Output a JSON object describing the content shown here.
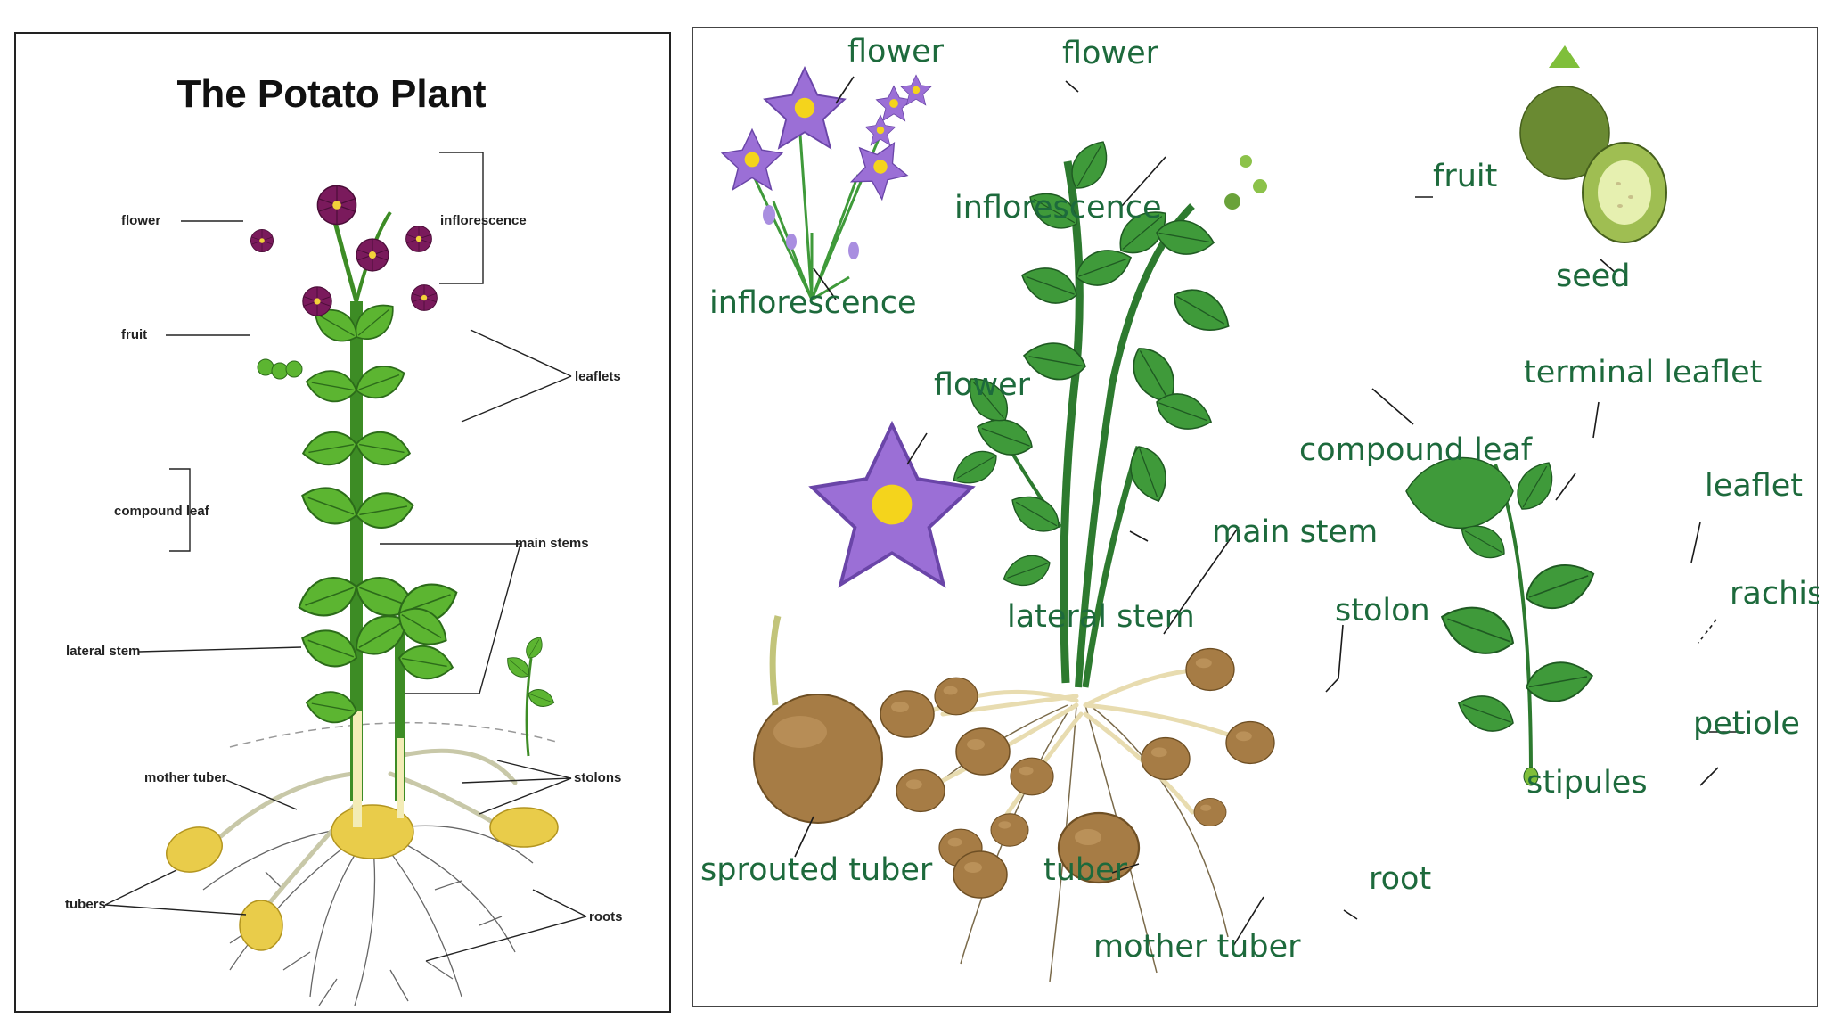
{
  "left_diagram": {
    "title": "The Potato Plant",
    "labels": {
      "flower": "flower",
      "inflorescence": "inflorescence",
      "fruit": "fruit",
      "leaflets": "leaflets",
      "compound_leaf": "compound leaf",
      "main_stems": "main stems",
      "lateral_stem": "lateral stem",
      "mother_tuber": "mother tuber",
      "stolons": "stolons",
      "tubers": "tubers",
      "roots": "roots"
    }
  },
  "right_diagram": {
    "labels": {
      "flower_top_left": "flower",
      "inflorescence_top_left": "inflorescence",
      "flower_middle": "flower",
      "sprouted_tuber": "sprouted tuber",
      "flower_main": "flower",
      "inflorescence_main": "inflorescence",
      "fruit": "fruit",
      "compound_leaf": "compound leaf",
      "main_stem": "main stem",
      "lateral_stem": "lateral stem",
      "stolon": "stolon",
      "tuber": "tuber",
      "root": "root",
      "mother_tuber": "mother tuber",
      "seed": "seed",
      "terminal_leaflet": "terminal leaflet",
      "leaflet": "leaflet",
      "rachis": "rachis",
      "petiole": "petiole",
      "stipules": "stipules"
    }
  },
  "colors": {
    "leaf_green": "#5cb531",
    "dark_leaf": "#3e8f2e",
    "flower_magenta": "#7a1a5c",
    "flower_violet": "#9b6fd6",
    "tuber_yellow": "#e9cc4a",
    "tuber_brown": "#a67c45",
    "label_green": "#1d6a3c"
  }
}
